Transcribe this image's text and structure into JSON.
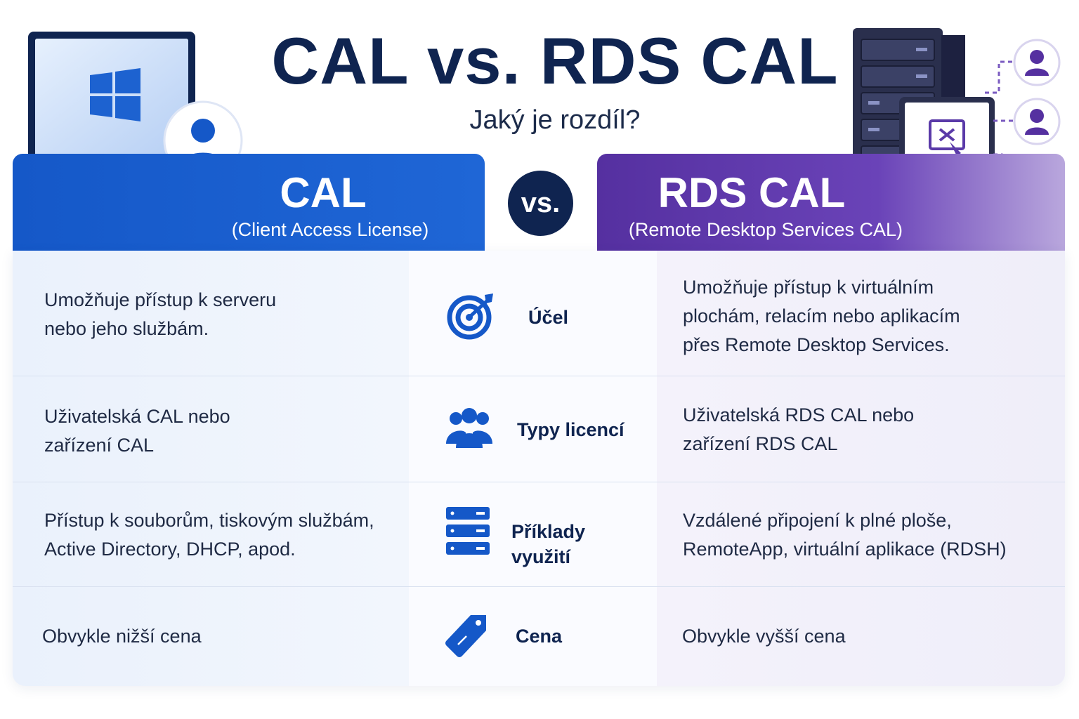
{
  "title": "CAL vs. RDS CAL",
  "subtitle": "Jaký je rozdíl?",
  "vs_badge": "vs.",
  "left_header": {
    "title": "CAL",
    "subtitle": "(Client Access License)",
    "color": "#1558c8"
  },
  "right_header": {
    "title": "RDS CAL",
    "subtitle": "(Remote Desktop Services CAL)",
    "color": "#5530a0"
  },
  "rows": [
    {
      "label": "Účel",
      "icon": "target-icon",
      "left": [
        "Umožňuje přístup k serveru",
        "nebo jeho službám."
      ],
      "right": [
        "Umožňuje přístup k virtuálním",
        "plochám, relacím nebo aplikacím",
        "přes Remote Desktop Services."
      ]
    },
    {
      "label": "Typy licencí",
      "icon": "users-group-icon",
      "left": [
        "Uživatelská CAL nebo",
        "zařízení CAL"
      ],
      "right": [
        "Uživatelská RDS CAL nebo",
        "zařízení RDS CAL"
      ]
    },
    {
      "label": "Příklady využití",
      "icon": "server-stack-icon",
      "left": [
        "Přístup k souborům, tiskovým službám,",
        "Active Directory, DHCP, apod."
      ],
      "right": [
        "Vzdálené připojení k plné ploše,",
        "RemoteApp, virtuální aplikace (RDSH)"
      ]
    },
    {
      "label": "Cena",
      "icon": "price-tag-icon",
      "left": [
        "Obvykle nižší cena"
      ],
      "right": [
        "Obvykle vyšší cena"
      ]
    }
  ],
  "colors": {
    "navy": "#0f2450",
    "blue": "#1558c8",
    "purple": "#5530a0"
  }
}
